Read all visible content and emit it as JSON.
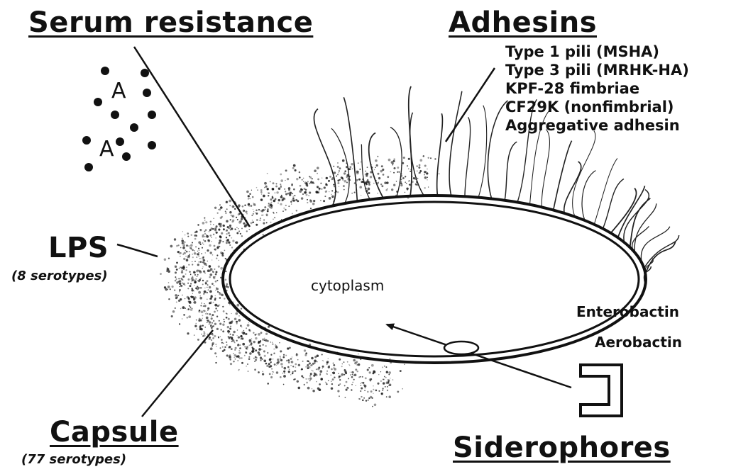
{
  "labels": {
    "serum_resistance": "Serum resistance",
    "adhesins": "Adhesins",
    "lps": "LPS",
    "lps_sub": "(8 serotypes)",
    "cytoplasm": "cytoplasm",
    "capsule": "Capsule",
    "capsule_sub": "(77 serotypes)",
    "siderophores": "Siderophores",
    "enterobactin": "Enterobactin",
    "aerobactin": "Aerobactin"
  },
  "complement_symbol": "A",
  "adhesins_list": [
    "Type 1 pili (MSHA)",
    "Type 3 pili (MRHK-HA)",
    "KPF-28 fimbriae",
    "CF29K (nonfimbrial)",
    "Aggregative adhesin"
  ],
  "colors": {
    "ink": "#111111",
    "background": "#ffffff"
  }
}
